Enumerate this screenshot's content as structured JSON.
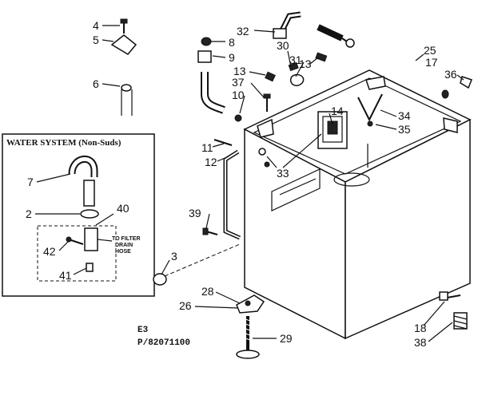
{
  "box_title": "WATER SYSTEM (Non-Suds)",
  "drain_note": [
    "TO FILTER",
    "DRAIN",
    "HOSE"
  ],
  "diagram_code": [
    "E3",
    "P/82071100"
  ],
  "labels": [
    "4",
    "5",
    "6",
    "7",
    "2",
    "40",
    "42",
    "41",
    "3",
    "32",
    "8",
    "9",
    "13",
    "10",
    "37",
    "11",
    "12",
    "30",
    "31",
    "13",
    "14",
    "33",
    "34",
    "35",
    "25",
    "17",
    "36",
    "39",
    "28",
    "26",
    "29",
    "18",
    "38"
  ]
}
